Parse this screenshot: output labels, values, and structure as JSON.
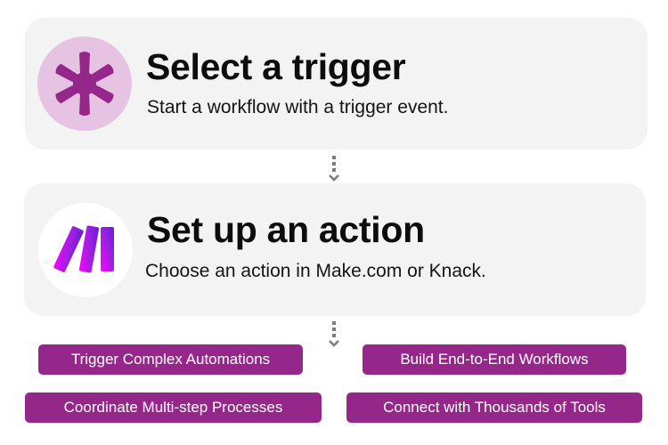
{
  "steps": [
    {
      "title": "Select a trigger",
      "subtitle": "Start a workflow with a trigger event.",
      "icon": "asterisk-icon",
      "icon_color": "#96278a",
      "icon_bg": "#e7c3e3"
    },
    {
      "title": "Set up an action",
      "subtitle": "Choose an action in Make.com or Knack.",
      "icon": "make-logo-icon",
      "icon_colors": [
        "#ff00ff",
        "#6e1ad8"
      ],
      "icon_bg": "#ffffff"
    }
  ],
  "connectors": [
    "dotted-arrow-down",
    "dotted-arrow-down"
  ],
  "features": [
    "Trigger Complex Automations",
    "Build End-to-End Workflows",
    "Coordinate Multi-step Processes",
    "Connect with Thousands of Tools"
  ],
  "colors": {
    "card_bg": "#f3f3f3",
    "pill_bg": "#96278a",
    "pill_text": "#ffffff",
    "connector": "#7d7d7d"
  }
}
